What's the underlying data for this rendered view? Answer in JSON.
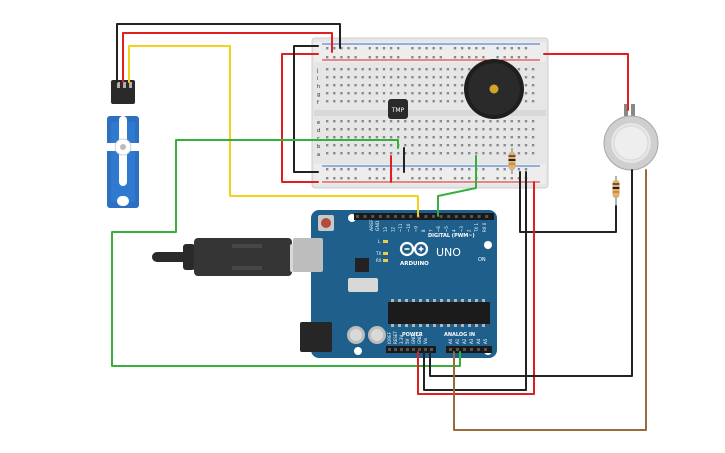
{
  "arduino": {
    "logo_text": "ARDUINO",
    "model": "UNO",
    "digital_header": "DIGITAL (PWM~)",
    "power_header": "POWER",
    "analog_header": "ANALOG IN",
    "on_label": "ON",
    "tx_label": "TX",
    "rx_label": "RX",
    "l_label": "L",
    "aref_label": "AREF",
    "gnd_label": "GND",
    "digital_pins": [
      "13",
      "12",
      "~11",
      "~10",
      "~9",
      "8",
      "7",
      "~6",
      "~5",
      "4",
      "~3",
      "2",
      "TX 1",
      "RX 0"
    ],
    "power_pins": [
      "IOREF",
      "RESET",
      "3.3V",
      "5V",
      "GND",
      "GND",
      "Vin"
    ],
    "analog_pins": [
      "A0",
      "A1",
      "A2",
      "A3",
      "A4",
      "A5"
    ]
  },
  "sensor": {
    "label": "TMP"
  },
  "breadboard": {
    "row_letters_top": [
      "j",
      "i",
      "h",
      "g",
      "f"
    ],
    "row_letters_bottom": [
      "e",
      "d",
      "c",
      "b",
      "a"
    ]
  },
  "colors": {
    "board_blue": "#1f5f8b",
    "wire_red": "#e02020",
    "wire_black": "#222222",
    "wire_yellow": "#f2d21b",
    "wire_green": "#35b03a",
    "wire_brown": "#9a6a3c",
    "servo_blue": "#2d6fc0"
  }
}
